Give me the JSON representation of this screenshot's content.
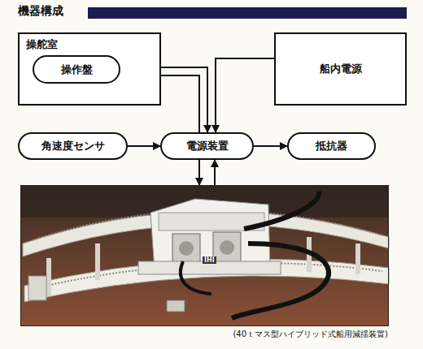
{
  "diagram": {
    "title": "機器構成",
    "nodes": [
      {
        "text": [
          "操舵室"
        ]
      },
      {
        "text": [
          "操作盤"
        ],
        "in": 0
      },
      {
        "text": [
          "船内電源"
        ]
      },
      {
        "text": [
          "角速度センサ"
        ]
      },
      {
        "text": [
          "電源装置"
        ]
      },
      {
        "text": [
          "抵抗器"
        ]
      },
      {
        "text": [
          "(40ｔマス型ハイブリッド式船用減揺装置)"
        ]
      }
    ],
    "edges": [
      {
        "from": 1,
        "to": 4,
        "arrow": "to"
      },
      {
        "from": 4,
        "to": 1,
        "arrow": "to"
      },
      {
        "from": 2,
        "to": 4,
        "arrow": "to"
      },
      {
        "from": 3,
        "to": 4,
        "arrow": "to"
      },
      {
        "from": 4,
        "to": 5,
        "arrow": "to"
      },
      {
        "from": 4,
        "to": 6,
        "arrow": "to"
      },
      {
        "from": 6,
        "to": 4,
        "arrow": "to"
      }
    ],
    "labels": [
      "IHI"
    ]
  }
}
